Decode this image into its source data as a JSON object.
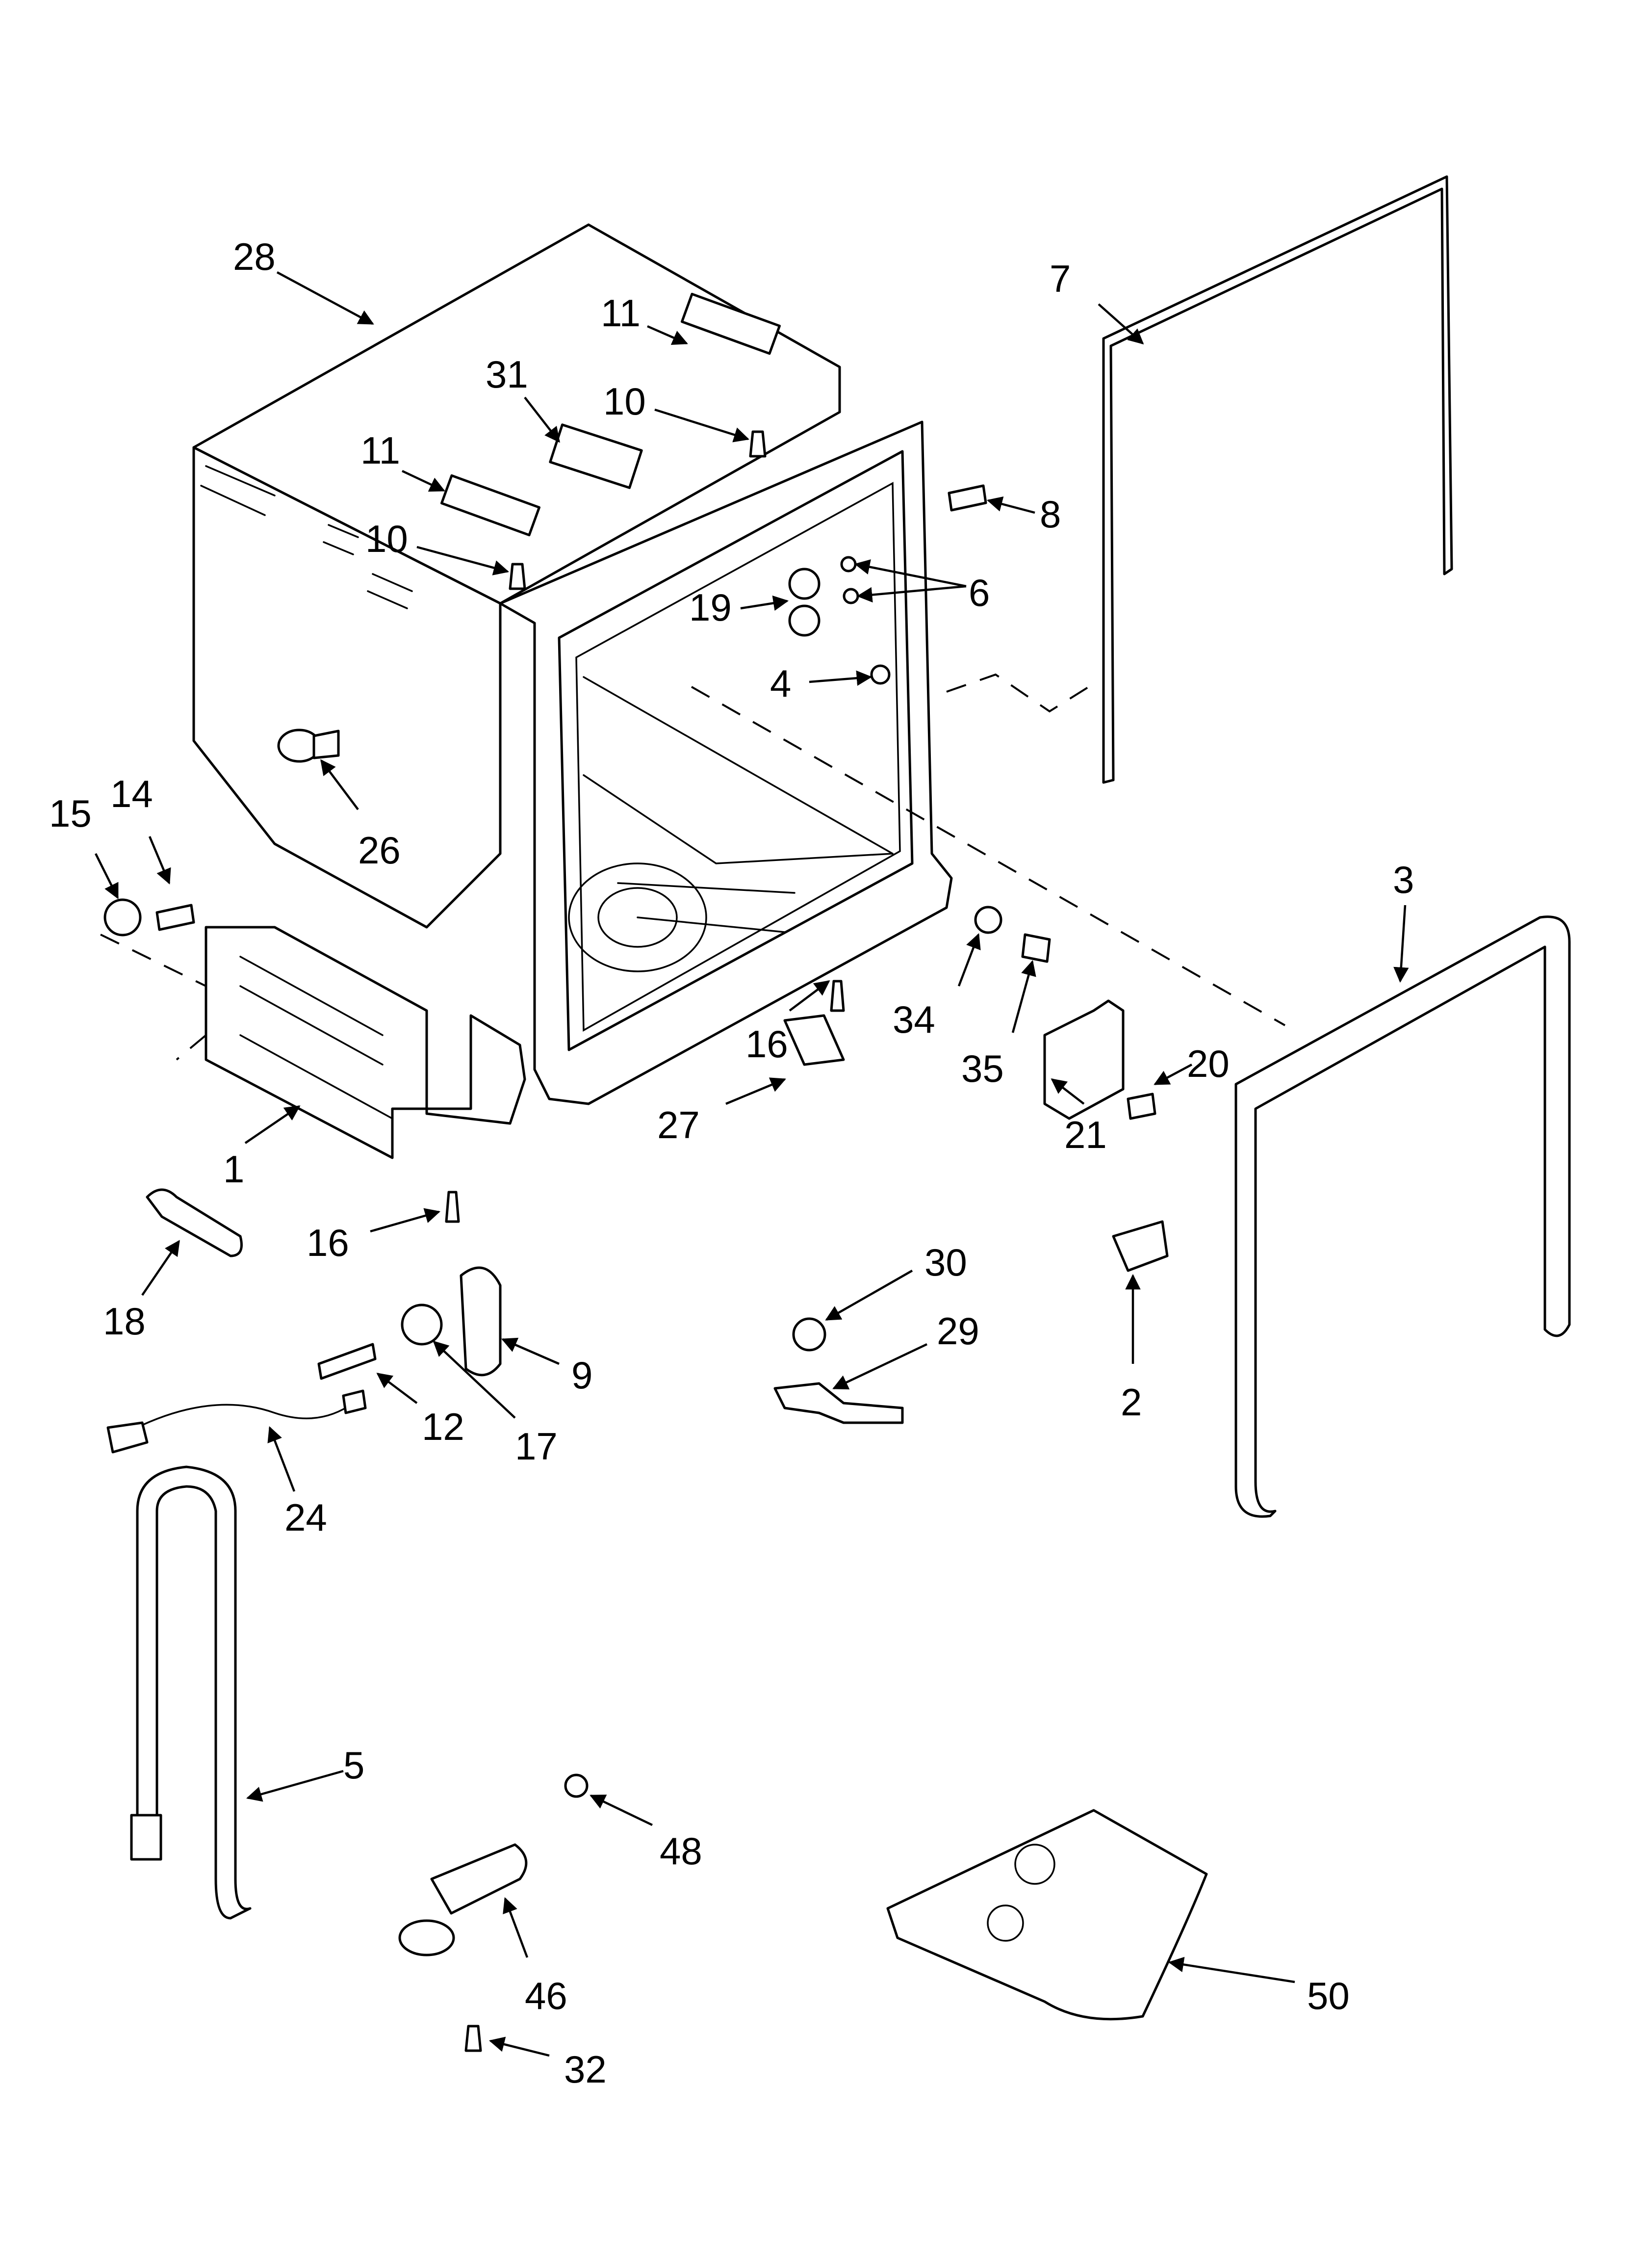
{
  "callouts": [
    {
      "id": "c28",
      "label": "28"
    },
    {
      "id": "c11a",
      "label": "11"
    },
    {
      "id": "c11b",
      "label": "11"
    },
    {
      "id": "c31",
      "label": "31"
    },
    {
      "id": "c10a",
      "label": "10"
    },
    {
      "id": "c10b",
      "label": "10"
    },
    {
      "id": "c7",
      "label": "7"
    },
    {
      "id": "c8",
      "label": "8"
    },
    {
      "id": "c6",
      "label": "6"
    },
    {
      "id": "c19",
      "label": "19"
    },
    {
      "id": "c4",
      "label": "4"
    },
    {
      "id": "c26",
      "label": "26"
    },
    {
      "id": "c15",
      "label": "15"
    },
    {
      "id": "c14",
      "label": "14"
    },
    {
      "id": "c3",
      "label": "3"
    },
    {
      "id": "c34",
      "label": "34"
    },
    {
      "id": "c16a",
      "label": "16"
    },
    {
      "id": "c35",
      "label": "35"
    },
    {
      "id": "c20",
      "label": "20"
    },
    {
      "id": "c21",
      "label": "21"
    },
    {
      "id": "c27",
      "label": "27"
    },
    {
      "id": "c1",
      "label": "1"
    },
    {
      "id": "c16b",
      "label": "16"
    },
    {
      "id": "c18",
      "label": "18"
    },
    {
      "id": "c30",
      "label": "30"
    },
    {
      "id": "c29",
      "label": "29"
    },
    {
      "id": "c2",
      "label": "2"
    },
    {
      "id": "c9",
      "label": "9"
    },
    {
      "id": "c12",
      "label": "12"
    },
    {
      "id": "c17",
      "label": "17"
    },
    {
      "id": "c24",
      "label": "24"
    },
    {
      "id": "c5",
      "label": "5"
    },
    {
      "id": "c48",
      "label": "48"
    },
    {
      "id": "c46",
      "label": "46"
    },
    {
      "id": "c32",
      "label": "32"
    },
    {
      "id": "c50",
      "label": "50"
    }
  ]
}
